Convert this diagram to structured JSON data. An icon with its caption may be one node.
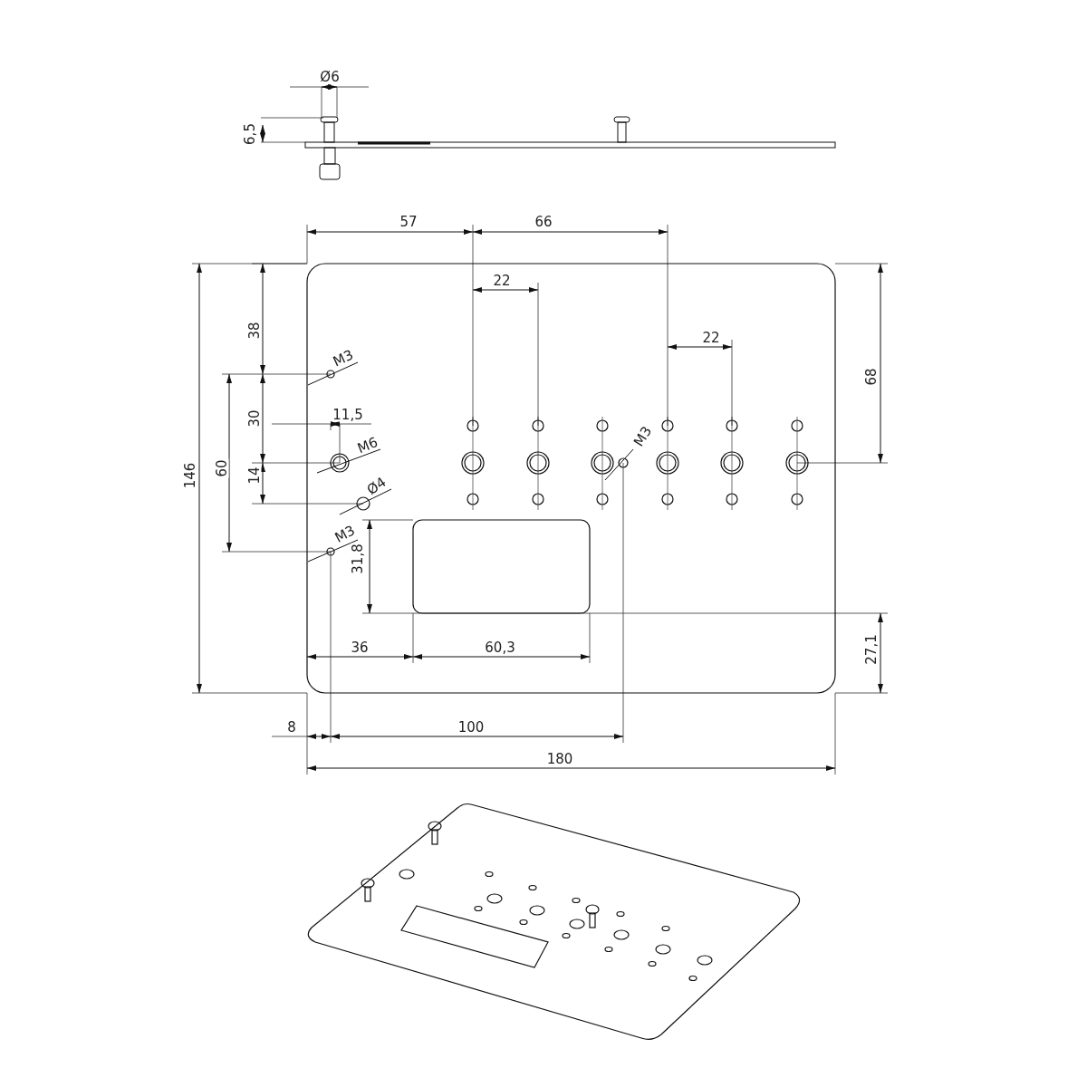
{
  "diagram": {
    "labels": [
      "Ø6",
      "6,5",
      "57",
      "66",
      "22",
      "38",
      "22",
      "M3",
      "68",
      "30",
      "11,5",
      "M6",
      "M3",
      "14",
      "60",
      "146",
      "Ø4",
      "M3",
      "31,8",
      "36",
      "60,3",
      "27,1",
      "8",
      "100",
      "180"
    ]
  }
}
